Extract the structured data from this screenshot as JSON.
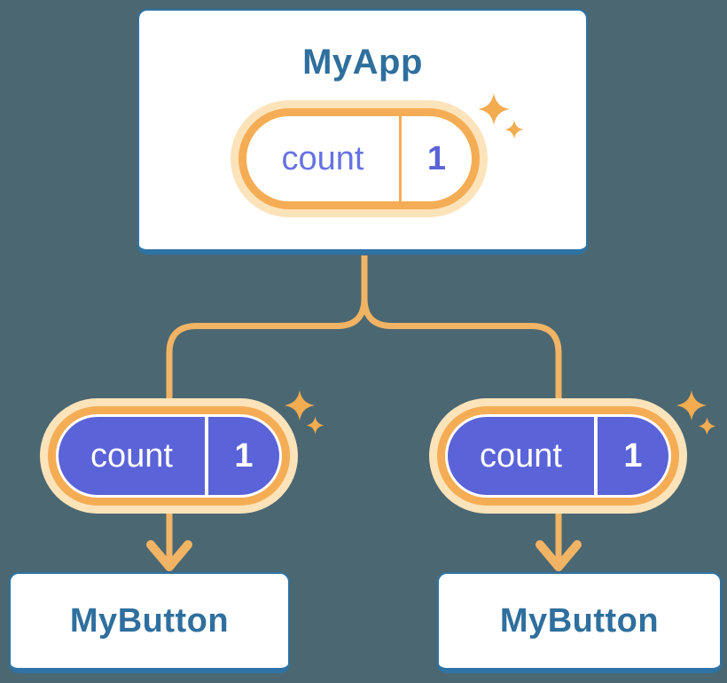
{
  "diagram": {
    "parent": {
      "title": "MyApp",
      "state_pill": {
        "label": "count",
        "value": "1"
      }
    },
    "children": [
      {
        "title": "MyButton",
        "prop_pill": {
          "label": "count",
          "value": "1"
        }
      },
      {
        "title": "MyButton",
        "prop_pill": {
          "label": "count",
          "value": "1"
        }
      }
    ],
    "colors": {
      "background": "#4b6772",
      "card_fill": "#ffffff",
      "card_border": "#2e73a4",
      "component_text": "#2f6f9e",
      "pill_ring": "#f5ad55",
      "pill_halo": "#fce3ba",
      "pill_fill": "#5b63d8",
      "pill_label_text": "#6672e2",
      "connector_line": "#f1b464",
      "sparkle": "#f3ac50"
    }
  }
}
